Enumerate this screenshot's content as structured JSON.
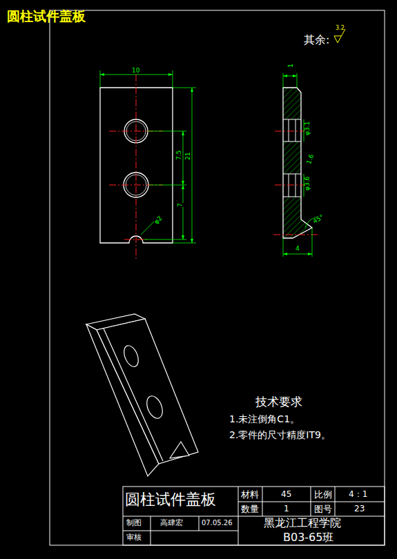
{
  "diagram": {
    "title": "圆柱试件盖板",
    "labels": [
      "其余:",
      "3.2",
      "10",
      "21",
      "7.5",
      "7",
      "φ2",
      "1",
      "φ3.1",
      "1.6",
      "φ3.6",
      "45°",
      "4",
      "技术要求",
      "1.未注倒角C1。",
      "2.零件的尺寸精度IT9。",
      "圆柱试件盖板",
      "材料",
      "45",
      "比例",
      "4：1",
      "数量",
      "1",
      "图号",
      "23",
      "制图",
      "高肆宏",
      "07.05.26",
      "黑龙江工程学院",
      "审核",
      "B03-65班"
    ]
  }
}
